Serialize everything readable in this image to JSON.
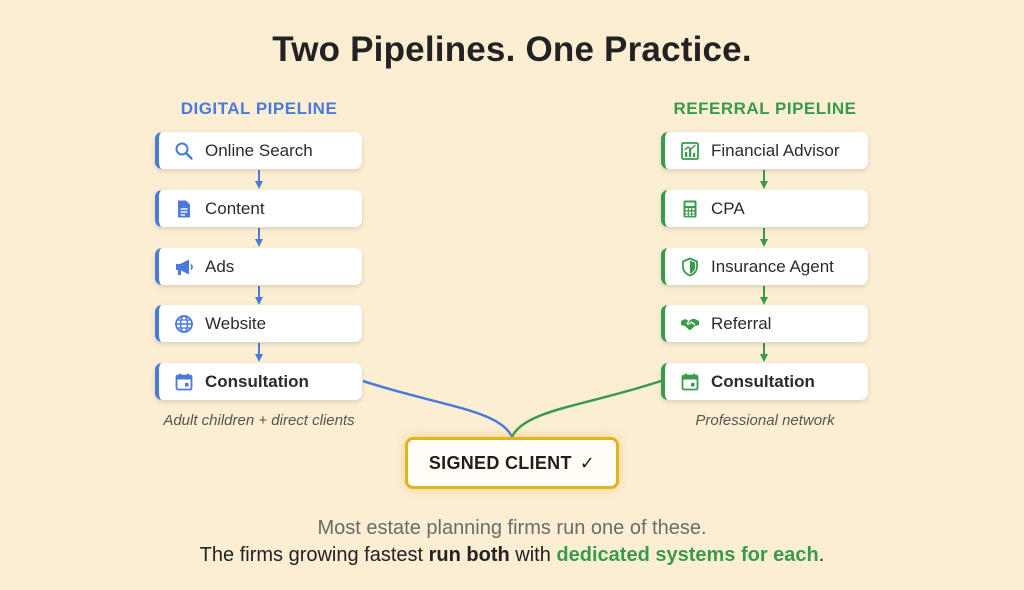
{
  "title": "Two Pipelines. One Practice.",
  "colors": {
    "background": "#fbeed3",
    "digital": "#4a7bdb",
    "referral": "#3a9a4c",
    "highlight": "#e0b325"
  },
  "digital": {
    "heading": "DIGITAL PIPELINE",
    "steps": [
      {
        "label": "Online Search",
        "icon": "search-icon"
      },
      {
        "label": "Content",
        "icon": "document-icon"
      },
      {
        "label": "Ads",
        "icon": "megaphone-icon"
      },
      {
        "label": "Website",
        "icon": "globe-icon"
      },
      {
        "label": "Consultation",
        "icon": "calendar-icon"
      }
    ],
    "caption": "Adult children + direct clients"
  },
  "referral": {
    "heading": "REFERRAL PIPELINE",
    "steps": [
      {
        "label": "Financial Advisor",
        "icon": "chart-icon"
      },
      {
        "label": "CPA",
        "icon": "calculator-icon"
      },
      {
        "label": "Insurance Agent",
        "icon": "shield-icon"
      },
      {
        "label": "Referral",
        "icon": "handshake-icon"
      },
      {
        "label": "Consultation",
        "icon": "calendar-icon"
      }
    ],
    "caption": "Professional network"
  },
  "signed": {
    "label": "SIGNED CLIENT",
    "check": "✓"
  },
  "footer": {
    "line1": "Most estate planning firms run one of these.",
    "line2_pre": "The firms growing fastest ",
    "line2_bold": "run both",
    "line2_mid": " with ",
    "line2_green": "dedicated systems for each",
    "line2_end": "."
  }
}
